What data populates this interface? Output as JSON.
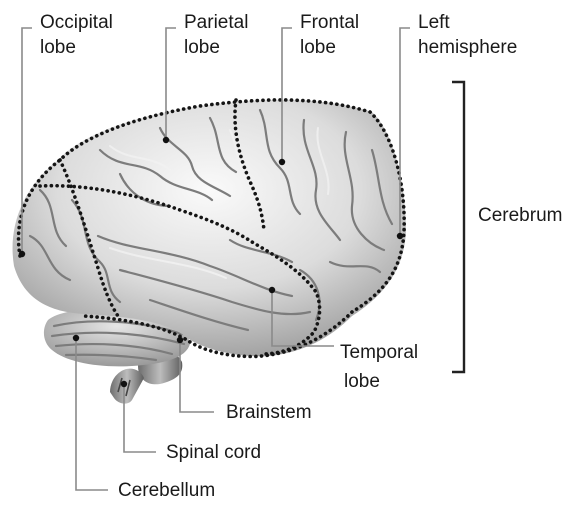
{
  "labels": {
    "occipital": [
      "Occipital",
      "lobe"
    ],
    "parietal": [
      "Parietal",
      "lobe"
    ],
    "frontal": [
      "Frontal",
      "lobe"
    ],
    "left_hemisphere": [
      "Left",
      "hemisphere"
    ],
    "cerebrum": "Cerebrum",
    "temporal": [
      "Temporal",
      "lobe"
    ],
    "brainstem": "Brainstem",
    "spinal_cord": "Spinal cord",
    "cerebellum": "Cerebellum"
  },
  "colors": {
    "brain_light": "#f4f4f4",
    "brain_mid": "#cfcfcf",
    "brain_dark": "#8c8c8c",
    "border_dots": "#151515",
    "leader_lines": "#8a8a8a"
  }
}
